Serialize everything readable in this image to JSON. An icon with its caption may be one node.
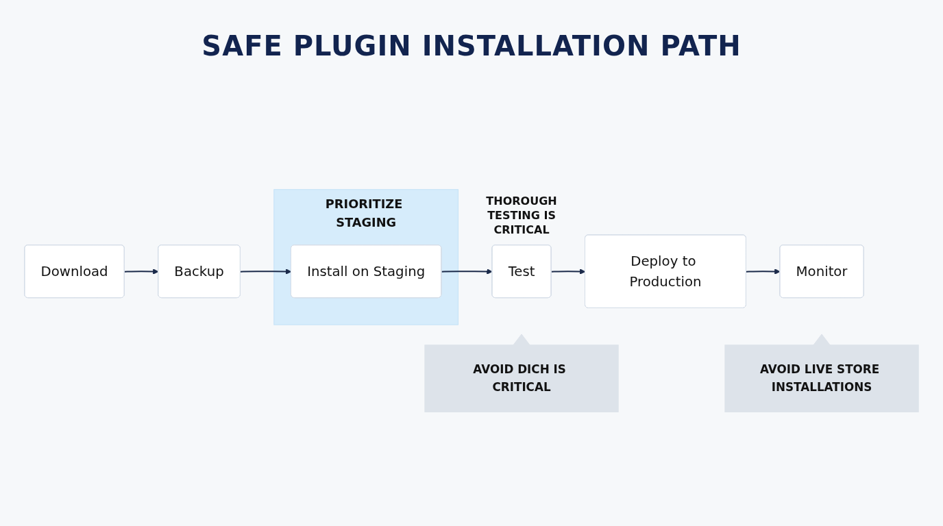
{
  "diagram": {
    "title": "SAFE PLUGIN INSTALLATION PATH",
    "nodes": [
      {
        "text": [
          "Download"
        ]
      },
      {
        "text": [
          "Backup"
        ]
      },
      {
        "text": [
          "PRIORITIZE STAGING"
        ]
      },
      {
        "text": [
          "Install on Staging"
        ],
        "in": 2
      },
      {
        "text": [
          "Test"
        ],
        "beside": [
          "THOROUGH TESTING IS CRITICAL"
        ]
      },
      {
        "text": [
          "Deploy to Production"
        ]
      },
      {
        "text": [
          "Monitor"
        ]
      },
      {
        "text": [
          "AVOID DICH IS CRITICAL"
        ]
      },
      {
        "text": [
          "AVOID LIVE STORE INSTALLATIONS"
        ]
      }
    ],
    "edges": [
      {
        "from": 0,
        "to": 1,
        "arrow": "to"
      },
      {
        "from": 1,
        "to": 3,
        "arrow": "to"
      },
      {
        "from": 3,
        "to": 4,
        "arrow": "to"
      },
      {
        "from": 4,
        "to": 5,
        "arrow": "to"
      },
      {
        "from": 5,
        "to": 6,
        "arrow": "to"
      }
    ]
  }
}
